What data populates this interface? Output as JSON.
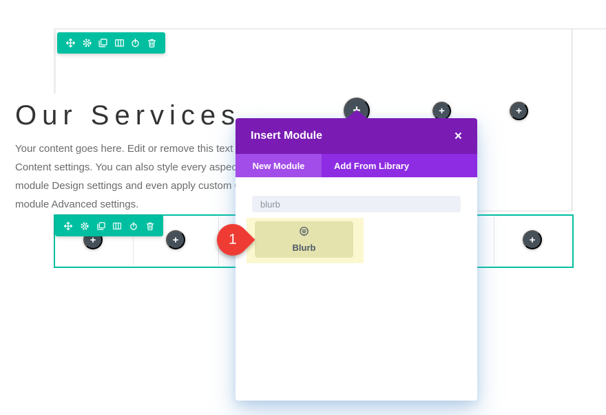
{
  "page": {
    "heading": "Our Services",
    "paragraph_lines": [
      "Your content goes here. Edit or remove this text inline or in the module",
      "Content settings. You can also style every aspect of this content in the",
      "module Design settings and even apply custom CSS to this text in the",
      "module Advanced settings."
    ]
  },
  "toolbar": {
    "icons": [
      "move-icon",
      "gear-icon",
      "duplicate-icon",
      "columns-icon",
      "power-icon",
      "trash-icon"
    ]
  },
  "modal": {
    "title": "Insert Module",
    "tabs": [
      {
        "label": "New Module",
        "active": true
      },
      {
        "label": "Add From Library",
        "active": false
      }
    ],
    "search_value": "blurb",
    "modules": [
      {
        "label": "Blurb",
        "icon": "blurb-icon",
        "highlighted": true
      }
    ]
  },
  "callout": {
    "number": "1"
  },
  "glyphs": {
    "plus": "+",
    "close": "×"
  },
  "colors": {
    "teal": "#00bfa0",
    "slate": "#455059",
    "purple_header": "#7a1bb4",
    "purple_tabbar": "#8d2ce2",
    "purple_tab_active": "#a24ce9",
    "highlight_outer": "#fbf8d0",
    "highlight_inner": "#e4e3ad",
    "callout_red": "#ee3c35",
    "search_bg": "#edf0f6"
  }
}
